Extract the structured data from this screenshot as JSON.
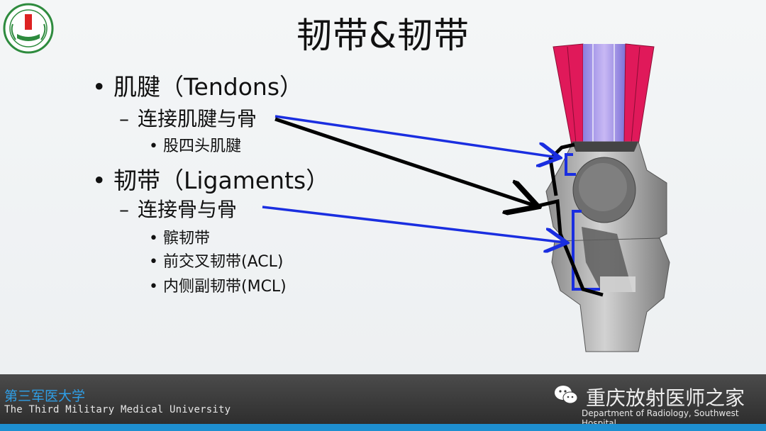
{
  "slide": {
    "title": "韧带&韧带",
    "items": [
      {
        "mark": "•",
        "text": "肌腱（Tendons）"
      },
      {
        "mark": "–",
        "text": "连接肌腱与骨"
      },
      {
        "mark": "•",
        "text": "股四头肌腱"
      },
      {
        "mark": "•",
        "text": "韧带（Ligaments）"
      },
      {
        "mark": "–",
        "text": "连接骨与骨"
      },
      {
        "mark": "•",
        "text": "髌韧带"
      },
      {
        "mark": "•",
        "text": "前交叉韧带(ACL)"
      },
      {
        "mark": "•",
        "text": "内侧副韧带(MCL)"
      }
    ]
  },
  "footer": {
    "university_cn": "第三军医大学",
    "university_en": "The Third Military Medical University",
    "watermark": "重庆放射医师之家",
    "department": "Department of Radiology, Southwest Hospital"
  },
  "colors": {
    "tendon_red": "#e0195a",
    "arrow_blue": "#1a2ee0",
    "arrow_black": "#000000",
    "footer_blue": "#1e8fd0",
    "logo_green": "#2e8b3e"
  },
  "icons": [
    "university-logo-icon",
    "wechat-icon",
    "knee-3d-model"
  ]
}
